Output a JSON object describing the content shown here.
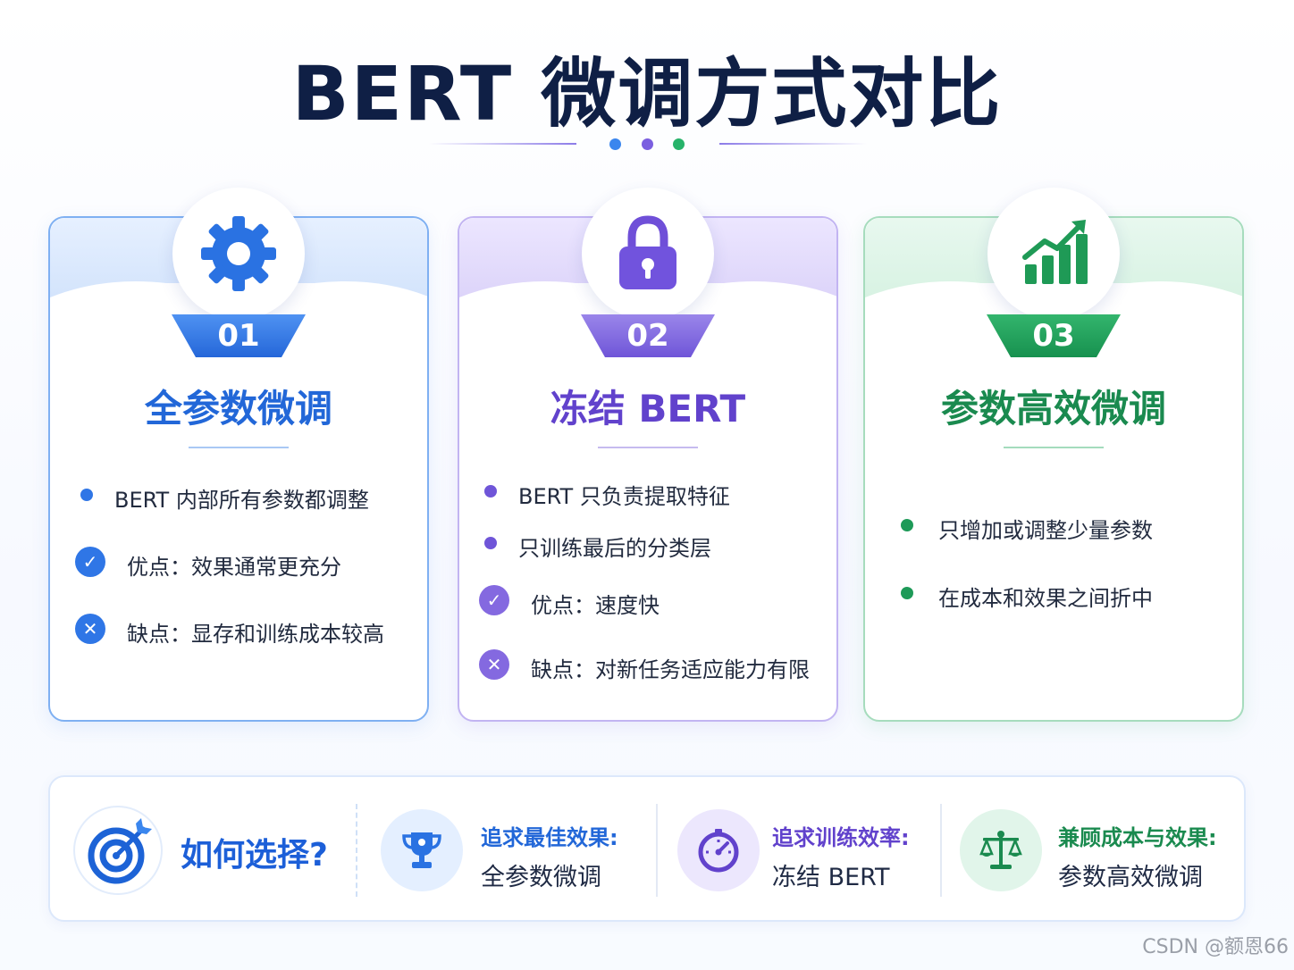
{
  "title": "BERT 微调方式对比",
  "colors": {
    "blue": "#2f76e6",
    "purple": "#6f55d8",
    "green": "#1e9a58"
  },
  "cards": [
    {
      "number": "01",
      "icon": "gear-icon",
      "title": "全参数微调",
      "items": [
        {
          "type": "bullet",
          "text": "BERT 内部所有参数都调整"
        },
        {
          "type": "check",
          "text": "优点：效果通常更充分"
        },
        {
          "type": "cross",
          "text": "缺点：显存和训练成本较高"
        }
      ]
    },
    {
      "number": "02",
      "icon": "lock-icon",
      "title": "冻结 BERT",
      "items": [
        {
          "type": "bullet",
          "text": "BERT 只负责提取特征"
        },
        {
          "type": "bullet",
          "text": "只训练最后的分类层"
        },
        {
          "type": "check",
          "text": "优点：速度快"
        },
        {
          "type": "cross",
          "text": "缺点：对新任务适应能力有限"
        }
      ]
    },
    {
      "number": "03",
      "icon": "growth-chart-icon",
      "title": "参数高效微调",
      "items": [
        {
          "type": "bullet",
          "text": "只增加或调整少量参数"
        },
        {
          "type": "bullet",
          "text": "在成本和效果之间折中"
        }
      ]
    }
  ],
  "choose": {
    "question": "如何选择?",
    "options": [
      {
        "icon": "trophy-icon",
        "label": "追求最佳效果:",
        "value": "全参数微调"
      },
      {
        "icon": "speedometer-icon",
        "label": "追求训练效率:",
        "value": "冻结 BERT"
      },
      {
        "icon": "balance-scale-icon",
        "label": "兼顾成本与效果:",
        "value": "参数高效微调"
      }
    ]
  },
  "watermark": "CSDN @额恩66"
}
